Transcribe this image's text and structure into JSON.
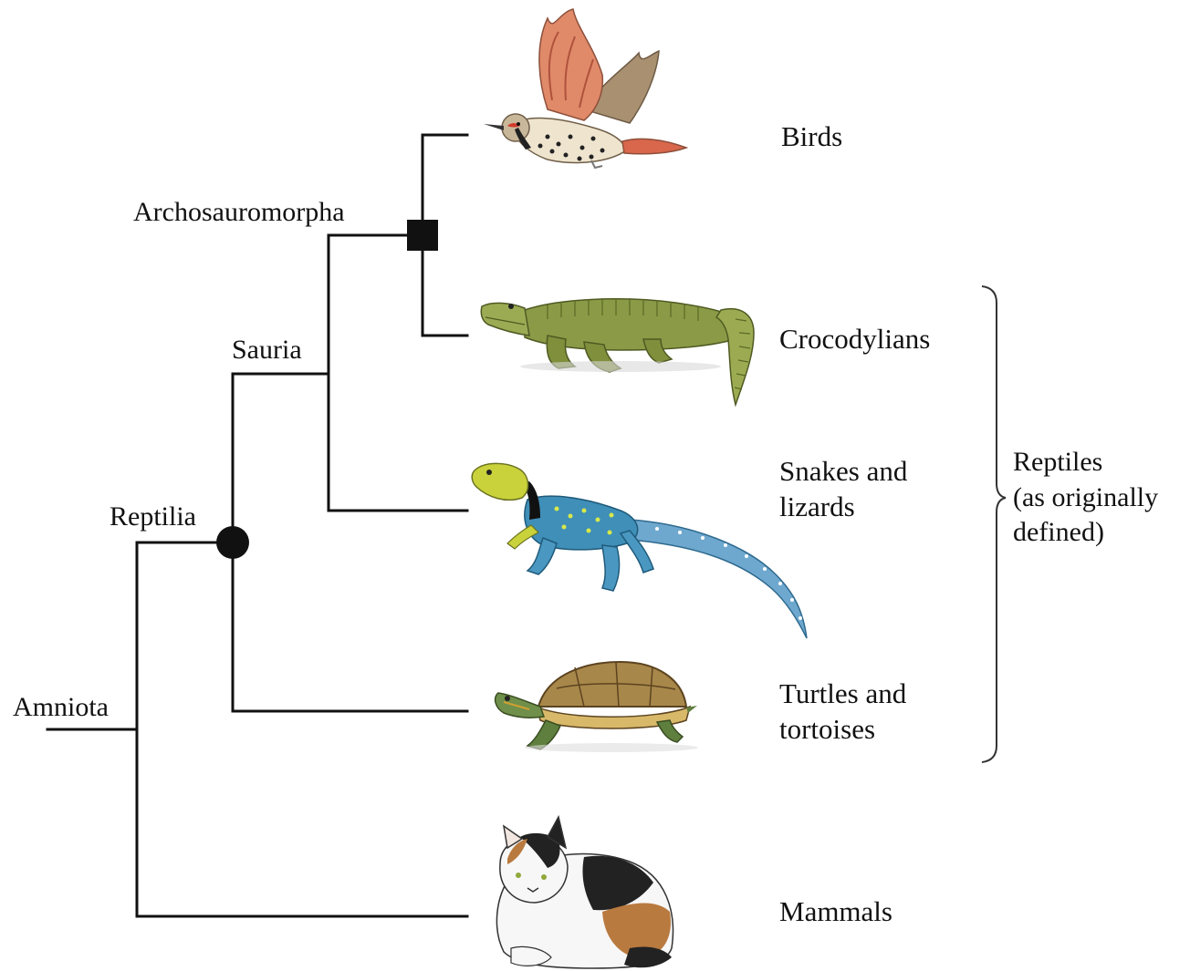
{
  "nodes": {
    "amniota": "Amniota",
    "reptilia": "Reptilia",
    "sauria": "Sauria",
    "archosauromorpha": "Archosauromorpha"
  },
  "taxa": {
    "birds": "Birds",
    "crocodylians": "Crocodylians",
    "snakes_lizards": [
      "Snakes and",
      "lizards"
    ],
    "turtles_tortoises": [
      "Turtles and",
      "tortoises"
    ],
    "mammals": "Mammals"
  },
  "bracket": {
    "lines": [
      "Reptiles",
      "(as originally",
      "defined)"
    ]
  },
  "markers": {
    "reptilia": "circle",
    "archosauromorpha": "square"
  },
  "illustrations": {
    "birds": "flicker-bird-illustration",
    "crocodylians": "crocodile-illustration",
    "snakes_lizards": "collared-lizard-illustration",
    "turtles_tortoises": "box-turtle-illustration",
    "mammals": "calico-cat-illustration"
  },
  "colors": {
    "line": "#111111",
    "bird_wing": "#d9674c",
    "croc": "#7f8f3c",
    "lizard": "#3f8fb8",
    "lizard_head": "#c9d23a",
    "turtle_shell": "#a8874a",
    "cat_orange": "#b97a3f"
  }
}
